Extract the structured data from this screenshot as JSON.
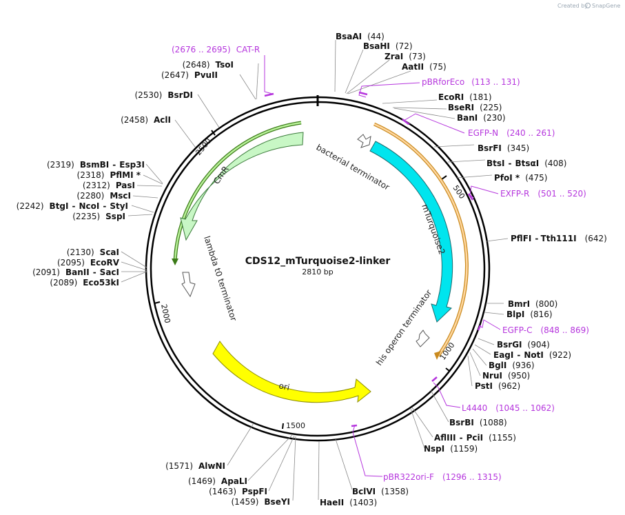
{
  "header": {
    "created_by": "Created by",
    "brand": "SnapGene",
    "brand_color": "#9aa7b3"
  },
  "plasmid": {
    "name": "CDS12_mTurquoise2-linker",
    "size": "2810 bp",
    "length": 2810
  },
  "ruler_ticks": [
    "500",
    "1000",
    "1500",
    "2000",
    "2500"
  ],
  "features": [
    {
      "name": "mTurquoise2",
      "color": "#00e5ee",
      "kind": "cds"
    },
    {
      "name": "CmR",
      "color": "#c8f7c5",
      "kind": "cds"
    },
    {
      "name": "ori",
      "color": "#ffff00",
      "kind": "rep"
    },
    {
      "name": "bacterial terminator",
      "kind": "terminator"
    },
    {
      "name": "his operon terminator",
      "kind": "terminator"
    },
    {
      "name": "lambda t0 terminator",
      "kind": "terminator"
    }
  ],
  "sites_right": [
    {
      "name": "BsaAI",
      "pos": "(44)"
    },
    {
      "name": "BsaHI",
      "pos": "(72)"
    },
    {
      "name": "ZraI",
      "pos": "(73)"
    },
    {
      "name": "AatII",
      "pos": "(75)"
    },
    {
      "name": "EcoRI",
      "pos": "(181)"
    },
    {
      "name": "BseRI",
      "pos": "(225)"
    },
    {
      "name": "BanI",
      "pos": "(230)"
    },
    {
      "name": "BsrFI",
      "pos": "(345)"
    },
    {
      "name": "BtsI",
      "name2": "BtsαI",
      "pos": "(408)"
    },
    {
      "name": "PfoI *",
      "pos": "(475)"
    },
    {
      "name": "PflFI",
      "name2": "Tth111I",
      "pos": "(642)"
    },
    {
      "name": "BmrI",
      "pos": "(800)"
    },
    {
      "name": "BlpI",
      "pos": "(816)"
    },
    {
      "name": "BsrGI",
      "pos": "(904)"
    },
    {
      "name": "EagI",
      "name2": "NotI",
      "pos": "(922)"
    },
    {
      "name": "BglI",
      "pos": "(936)"
    },
    {
      "name": "NruI",
      "pos": "(950)"
    },
    {
      "name": "PstI",
      "pos": "(962)"
    },
    {
      "name": "BsrBI",
      "pos": "(1088)"
    },
    {
      "name": "AflIII",
      "name2": "PciI",
      "pos": "(1155)"
    },
    {
      "name": "NspI",
      "pos": "(1159)"
    },
    {
      "name": "BclVI",
      "pos": "(1358)"
    },
    {
      "name": "HaeII",
      "pos": "(1403)"
    }
  ],
  "sites_left": [
    {
      "name": "TsoI",
      "pos": "(2648)"
    },
    {
      "name": "PvuII",
      "pos": "(2647)"
    },
    {
      "name": "BsrDI",
      "pos": "(2530)"
    },
    {
      "name": "AclI",
      "pos": "(2458)"
    },
    {
      "name": "BsmBI",
      "name2": "Esp3I",
      "pos": "(2319)"
    },
    {
      "name": "PflMI *",
      "pos": "(2318)"
    },
    {
      "name": "PasI",
      "pos": "(2312)"
    },
    {
      "name": "MscI",
      "pos": "(2280)"
    },
    {
      "name": "BtgI",
      "name2": "NcoI",
      "name3": "StyI",
      "pos": "(2242)"
    },
    {
      "name": "SspI",
      "pos": "(2235)"
    },
    {
      "name": "ScaI",
      "pos": "(2130)"
    },
    {
      "name": "EcoRV",
      "pos": "(2095)"
    },
    {
      "name": "BanII",
      "name2": "SacI",
      "pos": "(2091)"
    },
    {
      "name": "Eco53kI",
      "pos": "(2089)"
    },
    {
      "name": "AlwNI",
      "pos": "(1571)"
    },
    {
      "name": "ApaLI",
      "pos": "(1469)"
    },
    {
      "name": "PspFI",
      "pos": "(1463)"
    },
    {
      "name": "BseYI",
      "pos": "(1459)"
    }
  ],
  "primers": [
    {
      "name": "CAT-R",
      "range": "(2676 .. 2695)"
    },
    {
      "name": "pBRforEco",
      "range": "(113 .. 131)"
    },
    {
      "name": "EGFP-N",
      "range": "(240 .. 261)"
    },
    {
      "name": "EXFP-R",
      "range": "(501 .. 520)"
    },
    {
      "name": "EGFP-C",
      "range": "(848 .. 869)"
    },
    {
      "name": "L4440",
      "range": "(1045 .. 1062)"
    },
    {
      "name": "pBR322ori-F",
      "range": "(1296 .. 1315)"
    }
  ],
  "colors": {
    "primer": "#b535dd",
    "backbone": "#000000"
  }
}
